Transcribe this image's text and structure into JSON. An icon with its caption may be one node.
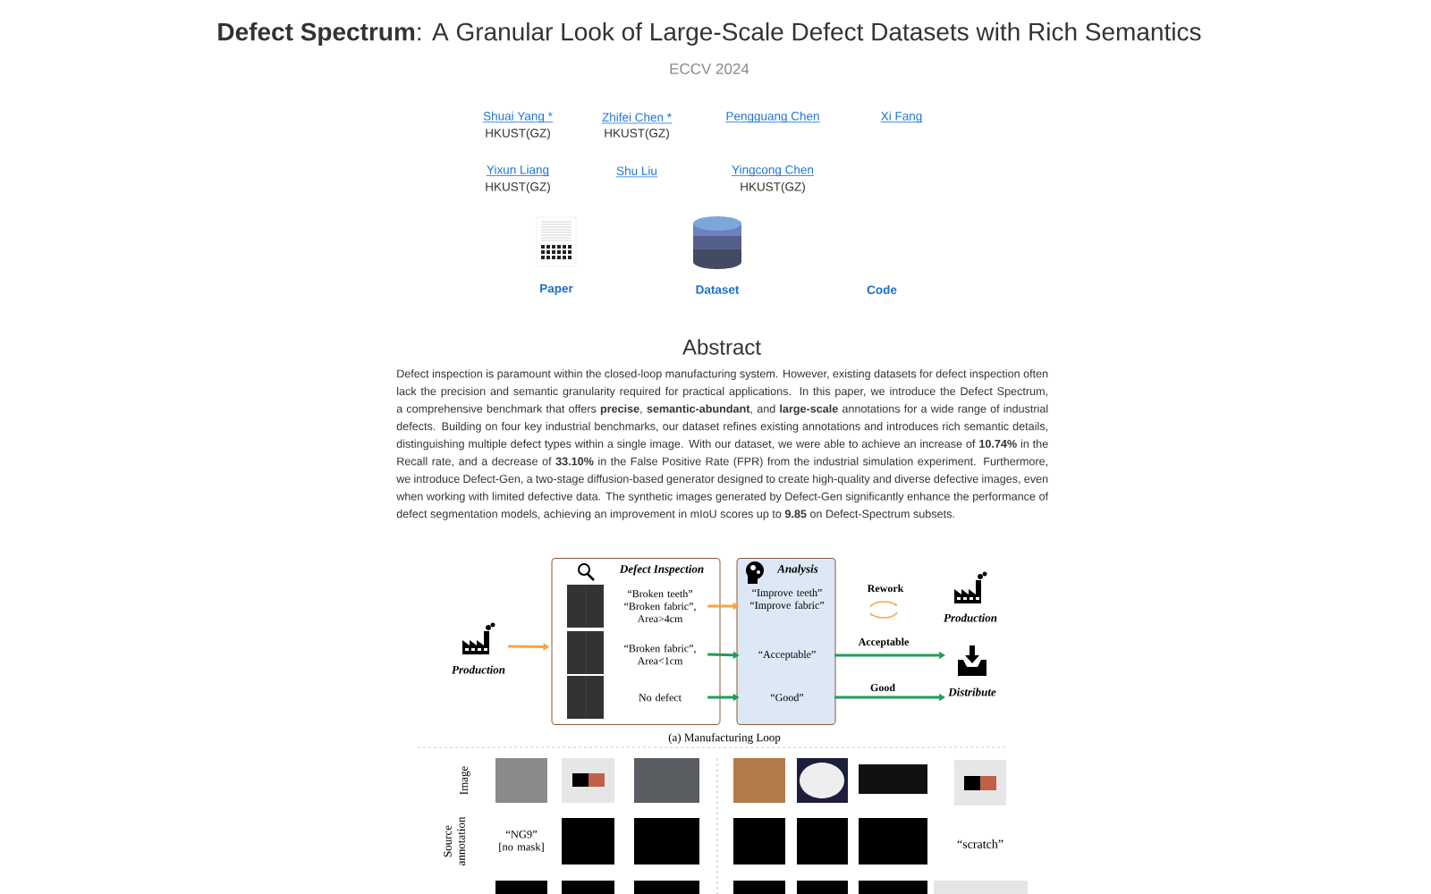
{
  "diagram": {
    "title": "**Defect Spectrum**: A Granular Look of Large-Scale Defect Datasets with Rich Semantics",
    "nodes": [
      {
        "text": [
          "Production"
        ]
      },
      {
        "text": [
          "Defect Inspection"
        ]
      },
      {
        "text": [
          "“Broken teeth” “Broken fabric”, Area>4cm"
        ],
        "in": 1
      },
      {
        "text": [
          "“Broken fabric”, Area<1cm"
        ],
        "in": 1
      },
      {
        "text": [
          "No defect"
        ],
        "in": 1
      },
      {
        "text": [
          "Analysis"
        ]
      },
      {
        "text": [
          "“Improve teeth” “Improve fabric”"
        ],
        "in": 5
      },
      {
        "text": [
          "“Acceptable”"
        ],
        "in": 5
      },
      {
        "text": [
          "“Good”"
        ],
        "in": 5
      },
      {
        "text": [
          "Production"
        ]
      },
      {
        "text": [
          "Distribute"
        ]
      }
    ],
    "edges": [
      {
        "from": 0,
        "to": 1,
        "arrow": "to",
        "color": "#f7a541"
      },
      {
        "from": 2,
        "to": 6,
        "arrow": "to",
        "color": "#f7a541"
      },
      {
        "from": 3,
        "to": 7,
        "arrow": "to"
      },
      {
        "from": 4,
        "to": 8,
        "arrow": "to"
      },
      {
        "from": 7,
        "to": 10,
        "arrow": "to",
        "label": "Acceptable"
      },
      {
        "from": 8,
        "to": 10,
        "arrow": "to",
        "label": "Good"
      }
    ],
    "labels": [
      "ECCV 2024",
      "Shuai Yang *",
      "HKUST(GZ)",
      "Zhifei Chen *",
      "HKUST(GZ)",
      "Pengguang Chen",
      "Xi Fang",
      "Yixun Liang",
      "HKUST(GZ)",
      "Shu Liu",
      "Yingcong Chen",
      "HKUST(GZ)",
      "Paper",
      "Dataset",
      "Code",
      "Abstract",
      "Defect inspection is paramount within the closed-loop manufacturing system. However, existing datasets for defect inspection often lack the precision and semantic granularity required for practical applications. In this paper, we introduce the Defect Spectrum, a comprehensive benchmark that offers **precise**, **semantic-abundant**, and **large-scale** annotations for a wide range of industrial defects. Building on four key industrial benchmarks, our dataset refines existing annotations and introduces rich semantic details, distinguishing multiple defect types within a single image. With our dataset, we were able to achieve an increase of **10.74%** in the Recall rate, and a decrease of **33.10%** in the False Positive Rate (FPR) from the industrial simulation experiment. Furthermore, we introduce Defect-Gen, a two-stage diffusion-based generator designed to create high-quality and diverse defective images, even when working with limited defective data. The synthetic images generated by Defect-Gen significantly enhance the performance of defect segmentation models, achieving an improvement in mIoU scores up to **9.85** on Defect-Spectrum subsets.",
      "Rework",
      "(a) Manufacturing Loop",
      "Image",
      "Source annotation",
      "“NG9” [no mask]",
      "“scratch”"
    ]
  }
}
